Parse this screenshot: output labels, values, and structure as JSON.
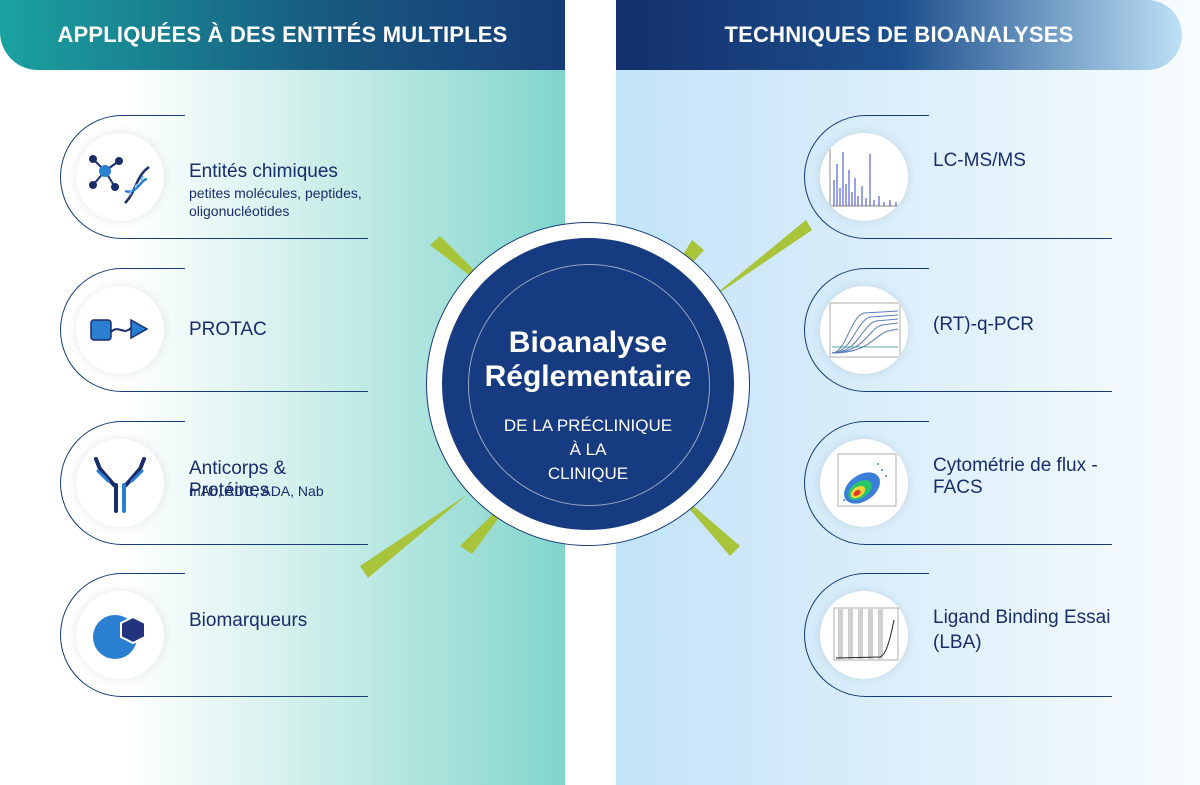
{
  "left_panel": {
    "header": "APPLIQUÉES À DES ENTITÉS MULTIPLES",
    "items": [
      {
        "title": "Entités chimiques",
        "subtitle_lines": [
          "petites molécules, peptides,",
          "oligonucléotides"
        ],
        "icon": "molecule-dna-icon"
      },
      {
        "title": "PROTAC",
        "subtitle_lines": [],
        "icon": "protac-icon"
      },
      {
        "title": "Anticorps & Protéines",
        "subtitle_lines": [
          "mAb, ADC, ADA, Nab"
        ],
        "icon": "antibody-icon"
      },
      {
        "title": "Biomarqueurs",
        "subtitle_lines": [],
        "icon": "biomarker-icon"
      }
    ]
  },
  "right_panel": {
    "header": "TECHNIQUES DE BIOANALYSES",
    "items": [
      {
        "title_lines": [
          "LC-MS/MS"
        ],
        "icon": "mass-spectrum-thumbnail"
      },
      {
        "title_lines": [
          "(RT)-q-PCR"
        ],
        "icon": "pcr-curve-thumbnail"
      },
      {
        "title_lines": [
          "Cytométrie de flux - FACS"
        ],
        "icon": "flow-cytometry-thumbnail"
      },
      {
        "title_lines": [
          "Ligand Binding Essai",
          "(LBA)"
        ],
        "icon": "binding-curve-thumbnail"
      }
    ]
  },
  "center": {
    "title_lines": [
      "Bioanalyse",
      "Réglementaire"
    ],
    "subtitle_lines": [
      "DE LA PRÉCLINIQUE",
      "À LA",
      "CLINIQUE"
    ]
  },
  "colors": {
    "navy": "#163b77",
    "teal": "#1aa2a0",
    "lime_accent": "#a8c43a",
    "text": "#1a2d6b"
  }
}
